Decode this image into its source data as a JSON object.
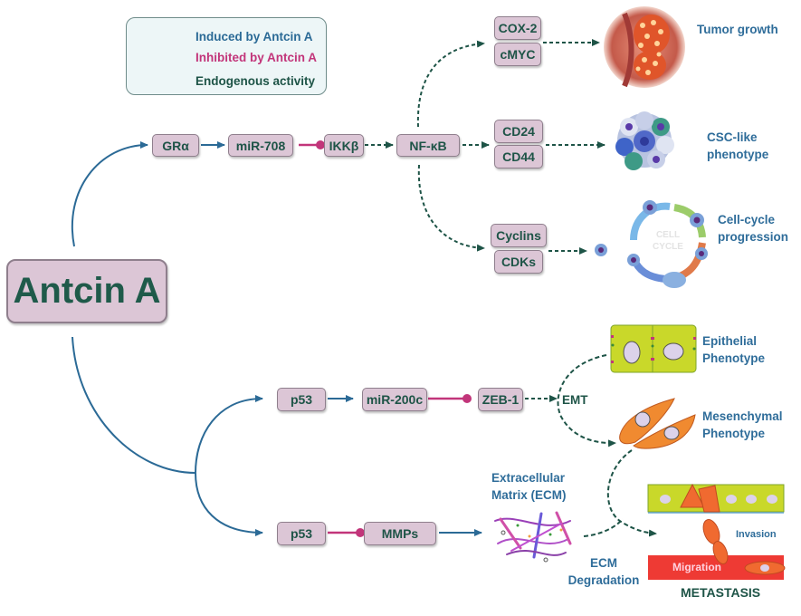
{
  "legend": {
    "induced": {
      "label": "Induced by Antcin A",
      "color": "#2b6a96"
    },
    "inhibited": {
      "label": "Inhibited by Antcin A",
      "color": "#c2357a"
    },
    "endogenous": {
      "label": "Endogenous activity",
      "color": "#1e5447"
    }
  },
  "main_node": "Antcin A",
  "upper_pathway": {
    "nodes": [
      "GRα",
      "miR-708",
      "IKKβ",
      "NF-κB"
    ],
    "targets": [
      {
        "genes": [
          "COX-2",
          "cMYC"
        ],
        "outcome": "Tumor growth"
      },
      {
        "genes": [
          "CD24",
          "CD44"
        ],
        "outcome": "CSC-like phenotype"
      },
      {
        "genes": [
          "Cyclins",
          "CDKs"
        ],
        "outcome": "Cell-cycle progression",
        "image_text": "CELL CYCLE"
      }
    ]
  },
  "lower_pathway": {
    "emt_branch": {
      "nodes": [
        "p53",
        "miR-200c",
        "ZEB-1"
      ],
      "process": "EMT",
      "from_phenotype": "Epithelial Phenotype",
      "to_phenotype": "Mesenchymal Phenotype"
    },
    "ecm_branch": {
      "nodes": [
        "p53",
        "MMPs"
      ],
      "target": "Extracellular Matrix (ECM)",
      "process": "ECM Degradation"
    },
    "metastasis": {
      "title": "METASTASIS",
      "invasion_label": "Invasion",
      "migration_label": "Migration"
    }
  }
}
